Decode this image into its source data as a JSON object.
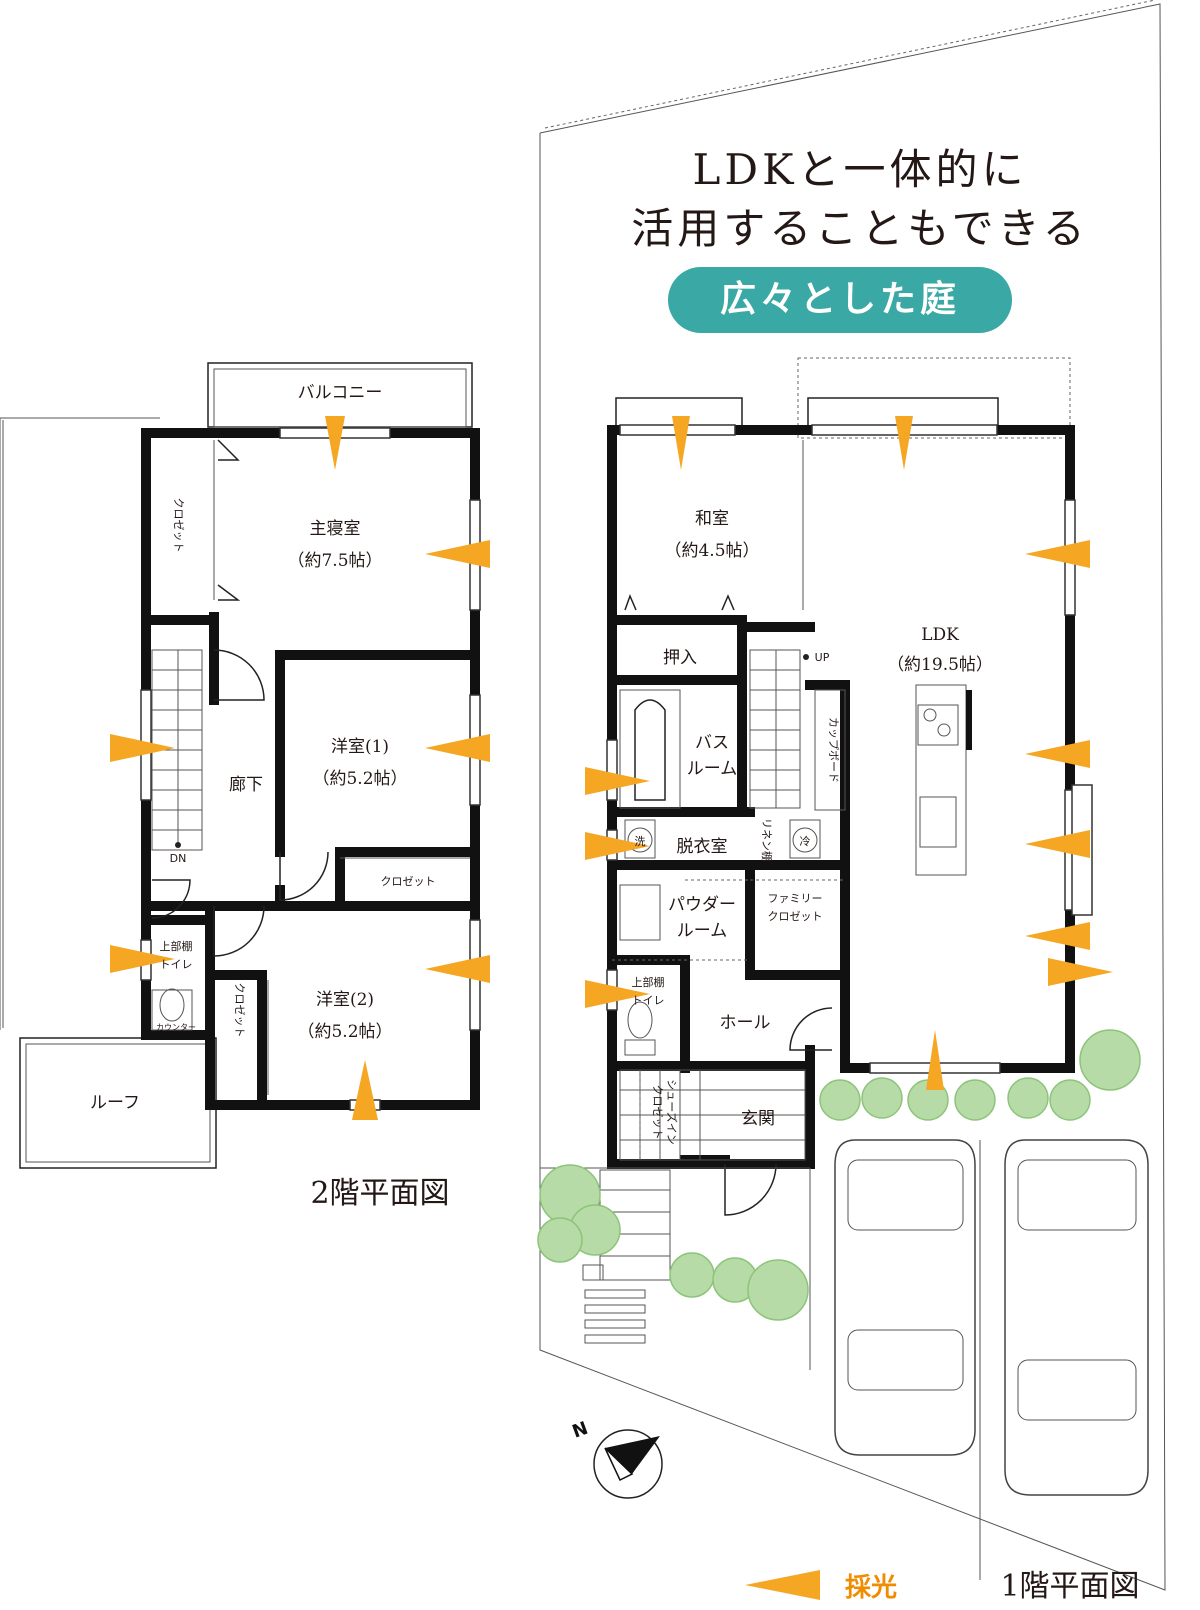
{
  "headline": {
    "line1": "LDKと一体的に",
    "line2": "活用することもできる",
    "badge": "広々とした庭"
  },
  "colors": {
    "badge": "#3aa8a4",
    "sunlight": "#f5a623",
    "greenery": "#b7dba6",
    "walls": "#111111"
  },
  "floor2": {
    "label": "2階平面図",
    "balcony": "バルコニー",
    "master_bedroom": {
      "name": "主寝室",
      "size": "（約7.5帖）"
    },
    "closet_master": "クロゼット",
    "western1": {
      "name": "洋室(1)",
      "size": "（約5.2帖）"
    },
    "closet1": "クロゼット",
    "corridor": "廊下",
    "stairs_dn": "DN",
    "toilet_shelf": "上部棚",
    "toilet": "トイレ",
    "counter": "カウンター",
    "western2": {
      "name": "洋室(2)",
      "size": "（約5.2帖）"
    },
    "closet2": "クロゼット",
    "roof": "ルーフ"
  },
  "floor1": {
    "label": "1階平面図",
    "washitsu": {
      "name": "和室",
      "size": "（約4.5帖）"
    },
    "oshiire": "押入",
    "stairs_up": "UP",
    "ldk": {
      "name": "LDK",
      "size": "（約19.5帖）"
    },
    "bathroom_line1": "バス",
    "bathroom_line2": "ルーム",
    "cupboard": "カップボード",
    "washer": "洗",
    "dressing": "脱衣室",
    "linen": "リネン棚",
    "fridge": "冷",
    "powder_line1": "パウダー",
    "powder_line2": "ルーム",
    "family_closet_line1": "ファミリー",
    "family_closet_line2": "クロゼット",
    "toilet_shelf": "上部棚",
    "toilet": "トイレ",
    "hall": "ホール",
    "shoes_line1": "シューズイン",
    "shoes_line2": "クロゼット",
    "entrance": "玄関"
  },
  "legend": {
    "sunlight_label": "採光",
    "compass_letter": "N"
  }
}
